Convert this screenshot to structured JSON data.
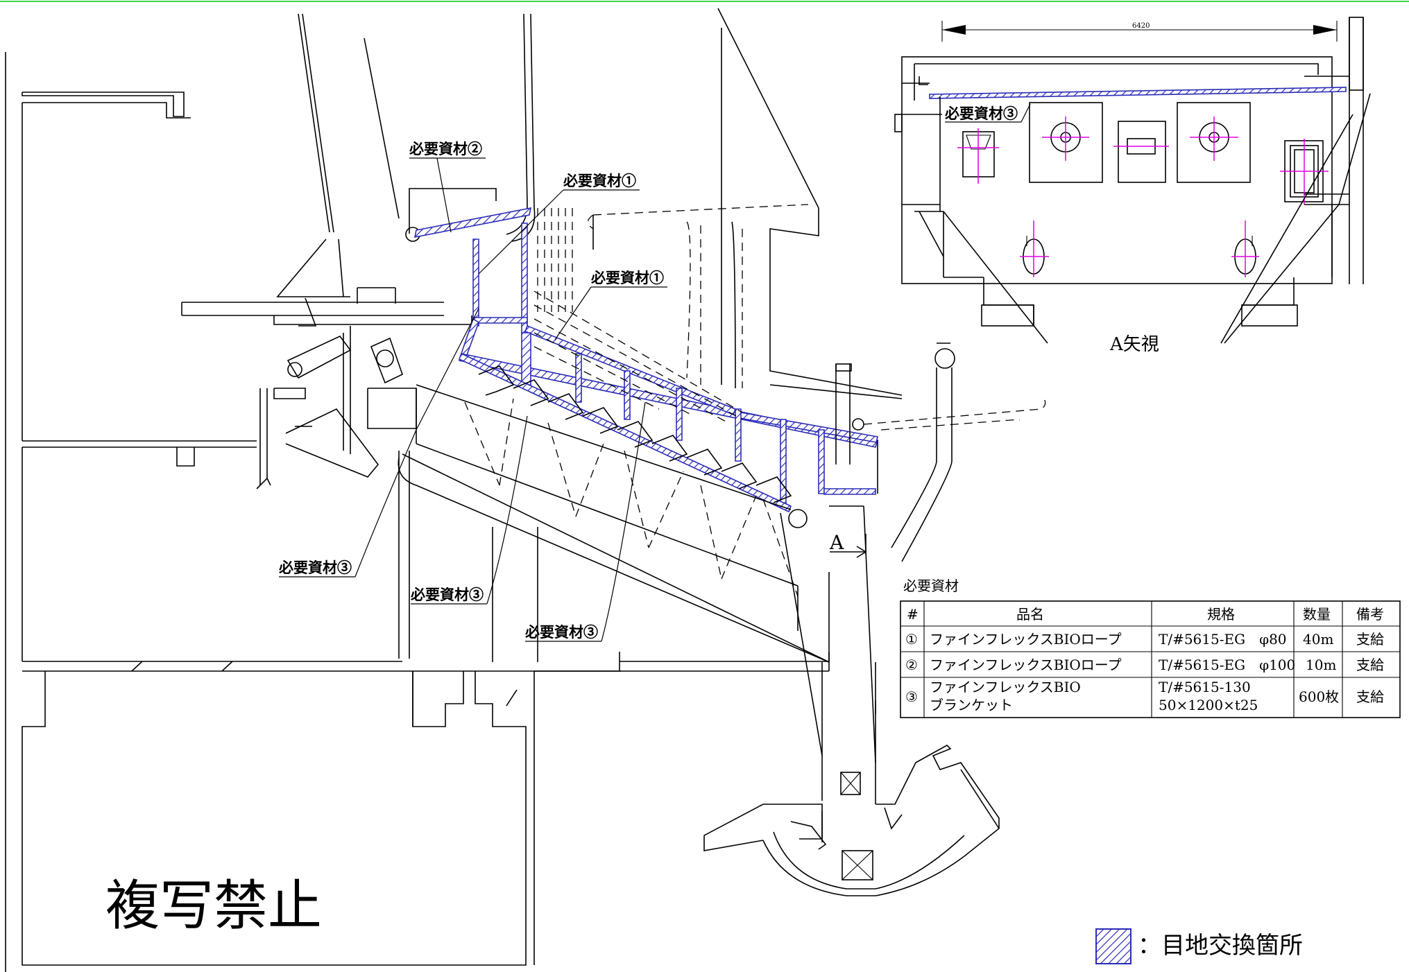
{
  "labels": {
    "material_1_top": "必要資材①",
    "material_1_mid": "必要資材①",
    "material_2": "必要資材②",
    "material_3_view": "必要資材③",
    "material_3_left": "必要資材③",
    "material_3_center": "必要資材③",
    "material_3_lower": "必要資材③",
    "section_a": "A",
    "view_a": "A矢視",
    "dimension": "6420",
    "no_copy": "複写禁止",
    "legend": "：目地交換箇所"
  },
  "materials_table": {
    "title": "必要資材",
    "headers": [
      "#",
      "品名",
      "規格",
      "数量",
      "備考"
    ],
    "rows": [
      {
        "no": "①",
        "name": "ファインフレックスBIOロープ",
        "spec": "T/#5615-EG　φ80",
        "qty": "40m",
        "note": "支給"
      },
      {
        "no": "②",
        "name": "ファインフレックスBIOロープ",
        "spec": "T/#5615-EG　φ100",
        "qty": "10m",
        "note": "支給"
      },
      {
        "no": "③",
        "name_lines": [
          "ファインフレックスBIO",
          "ブランケット"
        ],
        "spec_lines": [
          "T/#5615-130",
          "50×1200×t25"
        ],
        "qty": "600枚",
        "note": "支給"
      }
    ]
  },
  "colors": {
    "hatch": "#2b2bb8",
    "centerline": "#e000e0",
    "top_border": "#3cd64b"
  }
}
